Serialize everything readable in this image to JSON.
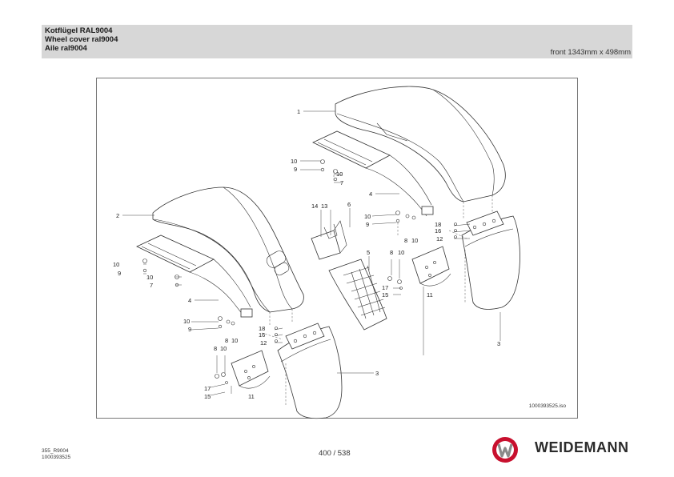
{
  "header": {
    "title_de": "Kotflügel RAL9004",
    "title_en": "Wheel cover ral9004",
    "title_fr": "Aile ral9004",
    "dimensions": "front 1343mm x 498mm"
  },
  "drawing": {
    "drawing_id": "1000393525.iso",
    "callouts": {
      "c1": "1",
      "c2": "2",
      "c3a": "3",
      "c3b": "3",
      "c4a": "4",
      "c4b": "4",
      "c5": "5",
      "c6": "6",
      "c7a": "7",
      "c7b": "7",
      "c8a": "8",
      "c8b": "8",
      "c8c": "8",
      "c8d": "8",
      "c9a": "9",
      "c9b": "9",
      "c9c": "9",
      "c9d": "9",
      "c10a": "10",
      "c10b": "10",
      "c10c": "10",
      "c10d": "10",
      "c10e": "10",
      "c10f": "10",
      "c10g": "10",
      "c10h": "10",
      "c10i": "10",
      "c10j": "10",
      "c11a": "11",
      "c11b": "11",
      "c12a": "12",
      "c12b": "12",
      "c13": "13",
      "c14": "14",
      "c15a": "15",
      "c15b": "15",
      "c16a": "16",
      "c16b": "16",
      "c17a": "17",
      "c17b": "17",
      "c18a": "18",
      "c18b": "18"
    }
  },
  "footer": {
    "code1": "355_R9004",
    "code2": "1000393525",
    "page": "400 / 538",
    "brand": "WEIDEMANN"
  },
  "colors": {
    "header_bg": "#d7d7d7",
    "logo_red": "#c8102e",
    "logo_gray": "#8a8a8a"
  }
}
